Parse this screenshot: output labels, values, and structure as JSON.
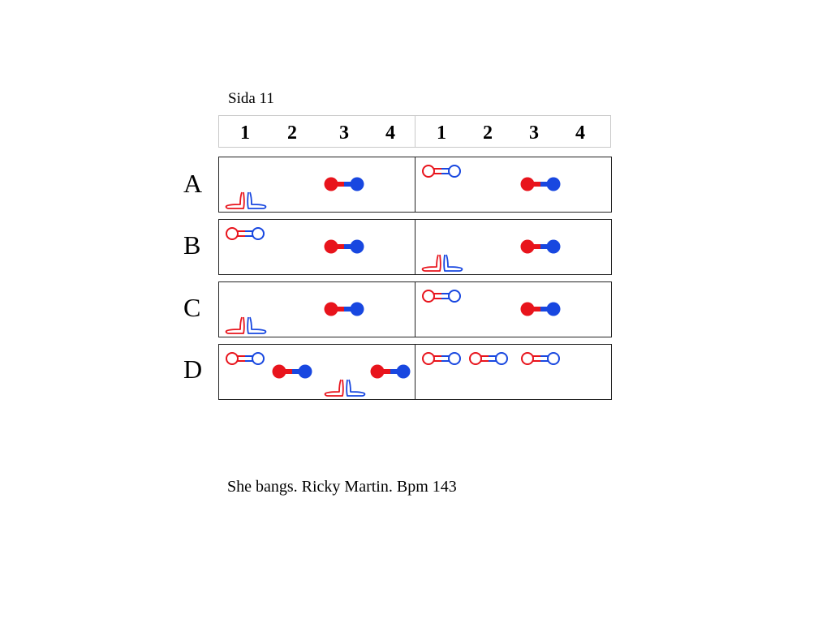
{
  "title": "Sida 11",
  "beat_header": [
    "1",
    "2",
    "3",
    "4",
    "1",
    "2",
    "3",
    "4"
  ],
  "rows": [
    {
      "label": "A",
      "cells": [
        [
          {
            "symbol": "steps",
            "beat": 1,
            "level": "low"
          },
          {
            "symbol": "filled-connector",
            "beat": 3,
            "level": "mid"
          }
        ],
        [
          {
            "symbol": "outline-connector",
            "beat": 1,
            "level": "high"
          },
          {
            "symbol": "filled-connector",
            "beat": 3,
            "level": "mid"
          }
        ]
      ]
    },
    {
      "label": "B",
      "cells": [
        [
          {
            "symbol": "outline-connector",
            "beat": 1,
            "level": "high"
          },
          {
            "symbol": "filled-connector",
            "beat": 3,
            "level": "mid"
          }
        ],
        [
          {
            "symbol": "steps",
            "beat": 1,
            "level": "low"
          },
          {
            "symbol": "filled-connector",
            "beat": 3,
            "level": "mid"
          }
        ]
      ]
    },
    {
      "label": "C",
      "cells": [
        [
          {
            "symbol": "steps",
            "beat": 1,
            "level": "low"
          },
          {
            "symbol": "filled-connector",
            "beat": 3,
            "level": "mid"
          }
        ],
        [
          {
            "symbol": "outline-connector",
            "beat": 1,
            "level": "high"
          },
          {
            "symbol": "filled-connector",
            "beat": 3,
            "level": "mid"
          }
        ]
      ]
    },
    {
      "label": "D",
      "cells": [
        [
          {
            "symbol": "outline-connector",
            "beat": 1,
            "level": "high"
          },
          {
            "symbol": "filled-connector",
            "beat": 2,
            "level": "mid"
          },
          {
            "symbol": "steps",
            "beat": 3,
            "level": "low"
          },
          {
            "symbol": "filled-connector",
            "beat": 4,
            "level": "mid"
          }
        ],
        [
          {
            "symbol": "outline-connector",
            "beat": 1,
            "level": "high"
          },
          {
            "symbol": "outline-connector",
            "beat": 2,
            "level": "high"
          },
          {
            "symbol": "outline-connector",
            "beat": 3,
            "level": "high"
          }
        ]
      ]
    }
  ],
  "footer": "She bangs. Ricky Martin. Bpm 143",
  "colors": {
    "red": "#e8141c",
    "blue": "#1847e0",
    "grid_border": "#222222",
    "header_border": "#c8c8c8"
  }
}
